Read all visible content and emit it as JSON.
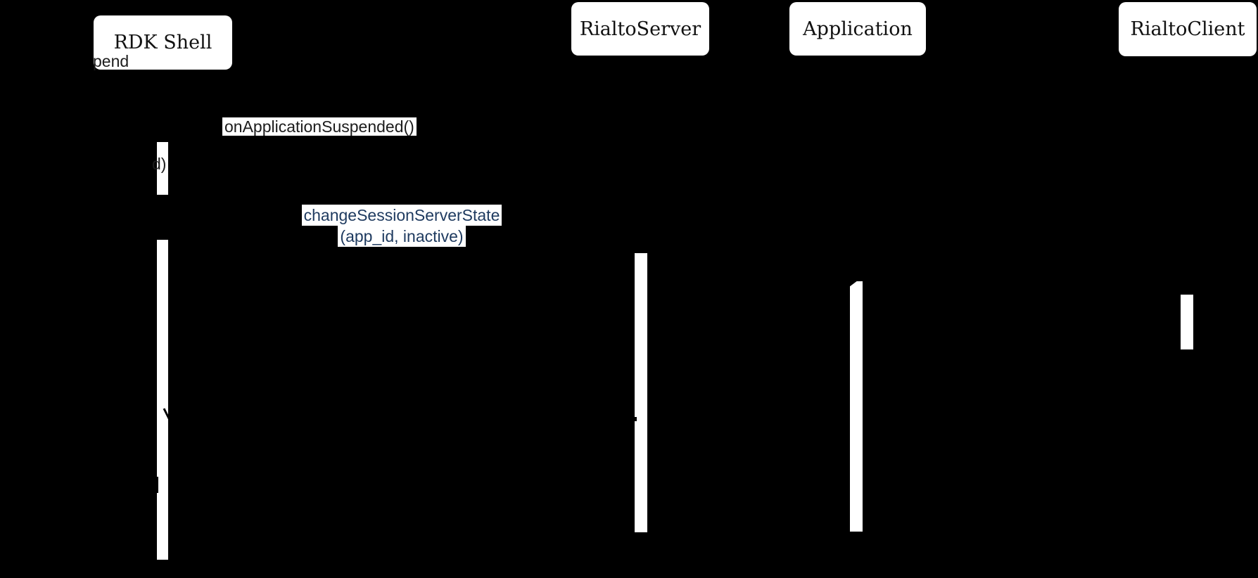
{
  "diagram": {
    "type": "uml-sequence-diagram",
    "theme": {
      "background_color": "#000000",
      "participant_fill": "#ffffff",
      "participant_text_color": "#111111",
      "message_text_color": "#1c1c1c",
      "message_highlight_color": "#1e3a5f",
      "label_background": "#ffffff",
      "activation_fill": "#ffffff"
    },
    "participants": [
      {
        "name": "RDK Shell"
      },
      {
        "name": "RialtoServer"
      },
      {
        "name": "Application"
      },
      {
        "name": "RialtoClient"
      }
    ],
    "messages": [
      {
        "label": "onApplicationSuspended()",
        "style": "dark"
      },
      {
        "label_line1": "changeSessionServerState",
        "label_line2": "(app_id, inactive)",
        "style": "navy"
      }
    ],
    "clipped_text_fragments": [
      {
        "text": "pend",
        "note": "partially visible over RDK Shell box"
      },
      {
        "text": "d)",
        "note": "partially visible over activation bar"
      }
    ]
  }
}
